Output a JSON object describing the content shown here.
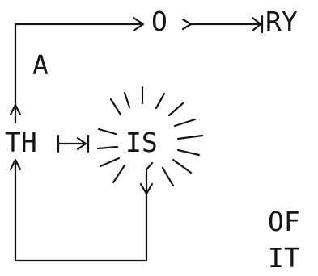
{
  "diagram": {
    "labels": {
      "o": "O",
      "ry": "RY",
      "a": "A",
      "th": "TH",
      "is": "IS",
      "of": "OF",
      "it": "IT"
    }
  }
}
